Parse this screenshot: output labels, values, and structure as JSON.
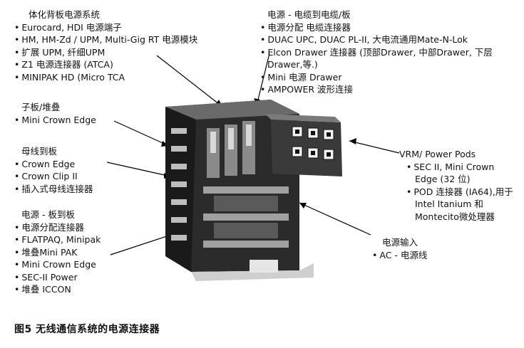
{
  "groups": {
    "backplane": {
      "title": "体化背板电源系统",
      "items": [
        "Eurocard, HDI 电源端子",
        "HM, HM-Zd / UPM, Multi-Gig RT 电源模块",
        "扩展 UPM, 纤细UPM",
        "Z1 电源连接器 (ATCA)",
        "MINIPAK HD (Micro TCA"
      ]
    },
    "cable": {
      "title": "电源 - 电缆到电缆/板",
      "items": [
        "电源分配 电缆连接器",
        "DUAC UPC,  DUAC PL-II,  大电流通用Mate-N-Lok",
        "Elcon Drawer 连接器 (顶部Drawer, 中部Drawer, 下层",
        "Mini 电源 Drawer",
        "AMPOWER 波形连接"
      ],
      "continuation": "Drawer,等.)"
    },
    "daughter": {
      "title": "子板/堆叠",
      "items": [
        "Mini Crown Edge"
      ]
    },
    "busbar": {
      "title": "母线到板",
      "items": [
        "Crown Edge",
        "Crown Clip II",
        "插入式母线连接器"
      ]
    },
    "vrm": {
      "title": "VRM/ Power Pods",
      "items": [
        "SEC II, Mini Crown",
        "POD 连接器 (IA64),用于"
      ],
      "continuation1": "Edge (32 位)",
      "continuation2a": "Intel Itanium 和",
      "continuation2b": "Montecito微处理器"
    },
    "board": {
      "title": "电源 - 板到板",
      "items": [
        "电源分配连接器",
        "FLATPAQ, Minipak",
        "堆叠Mini PAK",
        "Mini Crown Edge",
        "SEC-II Power",
        "堆叠 ICCON"
      ]
    },
    "input": {
      "title": "电源输入",
      "items": [
        "AC - 电源线"
      ]
    }
  },
  "caption": "图5   无线通信系统的电源连接器"
}
